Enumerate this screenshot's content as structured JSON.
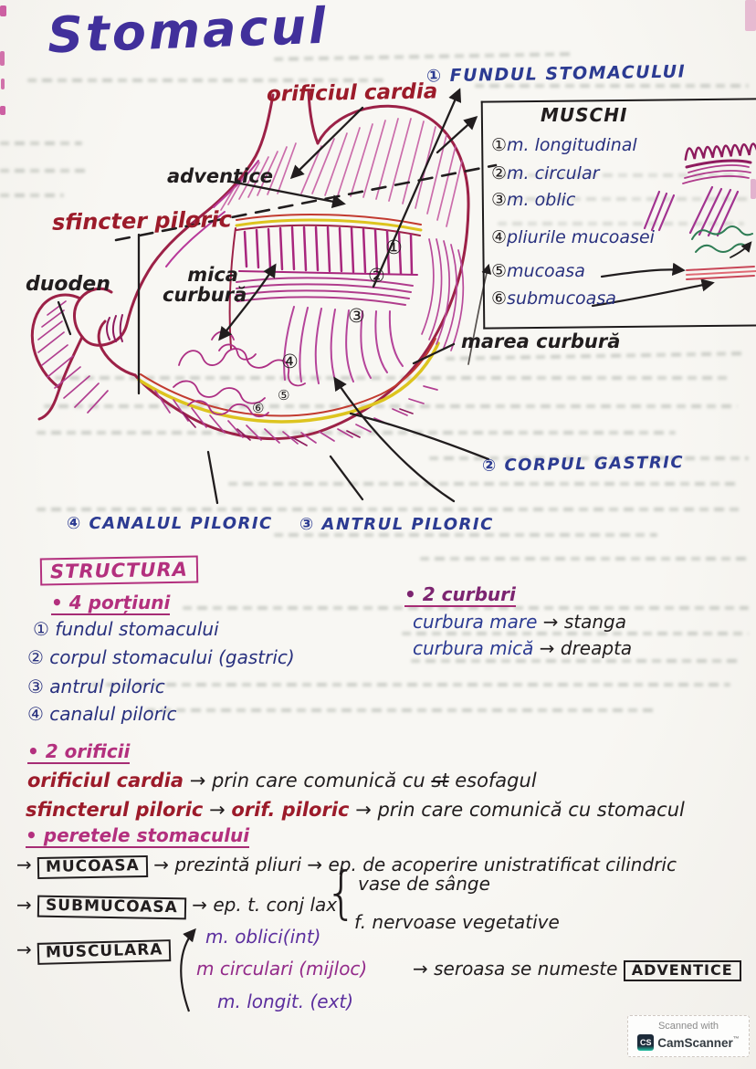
{
  "title": "Stomacul",
  "diagram": {
    "orificiul_cardia": "orificiul cardia",
    "fundul_stomacului": "① FUNDUL STOMACULUI",
    "adventice": "adventice",
    "sfincter_piloric": "sfincter piloric",
    "duoden": "duoden",
    "mica_curbura_line1": "mica",
    "mica_curbura_line2": "curbură",
    "marea_curbura": "marea curbură",
    "corpul_gastric": "② CORPUL GASTRIC",
    "canalul_piloric": "④ CANALUL PILORIC",
    "antrul_piloric": "③ ANTRUL PILORIC",
    "num1": "①",
    "num2": "②",
    "num3": "③",
    "num4": "④",
    "num5": "⑤",
    "num6": "⑥"
  },
  "muschi": {
    "title": "MUSCHI",
    "items": [
      {
        "num": "①",
        "label": "m. longitudinal"
      },
      {
        "num": "②",
        "label": "m. circular"
      },
      {
        "num": "③",
        "label": "m. oblic"
      },
      {
        "num": "④",
        "label": "pliurile mucoasei"
      },
      {
        "num": "⑤",
        "label": "mucoasa"
      },
      {
        "num": "⑥",
        "label": "submucoasa"
      }
    ]
  },
  "structura": {
    "heading": "STRUCTURA",
    "portiuni_title": "• 4 porțiuni",
    "items": [
      "① fundul stomacului",
      "② corpul stomacului (gastric)",
      "③ antrul piloric",
      "④ canalul piloric"
    ]
  },
  "curburi": {
    "heading": "• 2 curburi",
    "row1_name": "curbura mare",
    "row1_arrow": "→",
    "row1_value": "stanga",
    "row2_name": "curbura mică",
    "row2_arrow": "→",
    "row2_value": "dreapta"
  },
  "orificii": {
    "heading": "• 2 orificii",
    "line1_red": "orificiul cardia",
    "line1_black": "→ prin care comunică cu",
    "line1_strike": "st",
    "line1_tail": "esofagul",
    "line2_red1": "sfincterul piloric",
    "line2_arrow1": "→",
    "line2_red2": "orif. piloric",
    "line2_black": "→ prin care comunică cu stomacul"
  },
  "perete": {
    "heading": "• peretele stomacului",
    "arrow": "→",
    "mucoasa_box": "MUCOASA",
    "mucoasa_text": "→ prezintă pliuri → ep. de acoperire unistratificat cilindric",
    "submucoasa_box": "SUBMUCOASA",
    "submucoasa_text": "→ ep. t. conj lax",
    "submucoasa_branch1": "vase de sânge",
    "submucoasa_branch2": "f. nervoase vegetative",
    "musculara_box": "MUSCULARA",
    "musculara_item1": "m. oblici(int)",
    "musculara_item2": "m circulari (mijloc)",
    "musculara_item3": "m. longit. (ext)",
    "seroasa_text": "→ seroasa se numeste",
    "seroasa_box": "ADVENTICE"
  },
  "badge": {
    "line1": "Scanned with",
    "logo": "CS",
    "name": "CamScanner",
    "tm": "™"
  },
  "colors": {
    "title_ink": "#41309b",
    "blue_ink": "#2c3b92",
    "dark_blue_ink": "#28307e",
    "red_ink": "#9c1b2a",
    "magenta_ink": "#b3307e",
    "purple_ink": "#5c2f9e",
    "black_ink": "#211d1e",
    "drawing_magenta": "#b8399a",
    "drawing_maroon": "#9c2147",
    "highlight_yellow": "#ddc41e",
    "highlight_red": "#c23a2f",
    "green_ink": "#2f7d55",
    "camscanner_teal": "#22c4a5"
  }
}
